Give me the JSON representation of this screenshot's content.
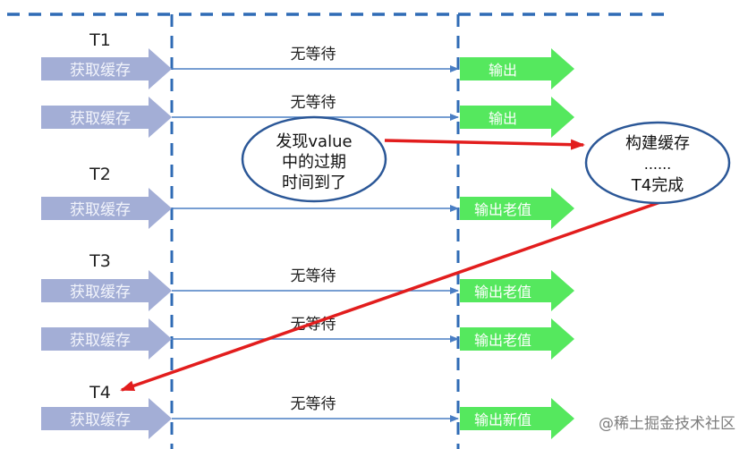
{
  "threads": [
    "T1",
    "T2",
    "T3",
    "T4"
  ],
  "get_cache_label": "获取缓存",
  "no_wait_label": "无等待",
  "outputs": {
    "output": "输出",
    "output_old": "输出老值",
    "output_new": "输出新值"
  },
  "bubble_expired": [
    "发现value",
    "中的过期",
    "时间到了"
  ],
  "bubble_build": [
    "构建缓存",
    "......",
    "T4完成"
  ],
  "watermark": "@稀土掘金技术社区",
  "colors": {
    "input_arrow": "#a3aed6",
    "input_text": "#f2f4fb",
    "output_arrow": "#55e85e",
    "output_text": "#ffffff",
    "flow_line": "#4a7ec4",
    "dashed_line": "#2f6bb5",
    "red_arrow": "#e21d1d",
    "bubble_stroke": "#2b5797"
  }
}
